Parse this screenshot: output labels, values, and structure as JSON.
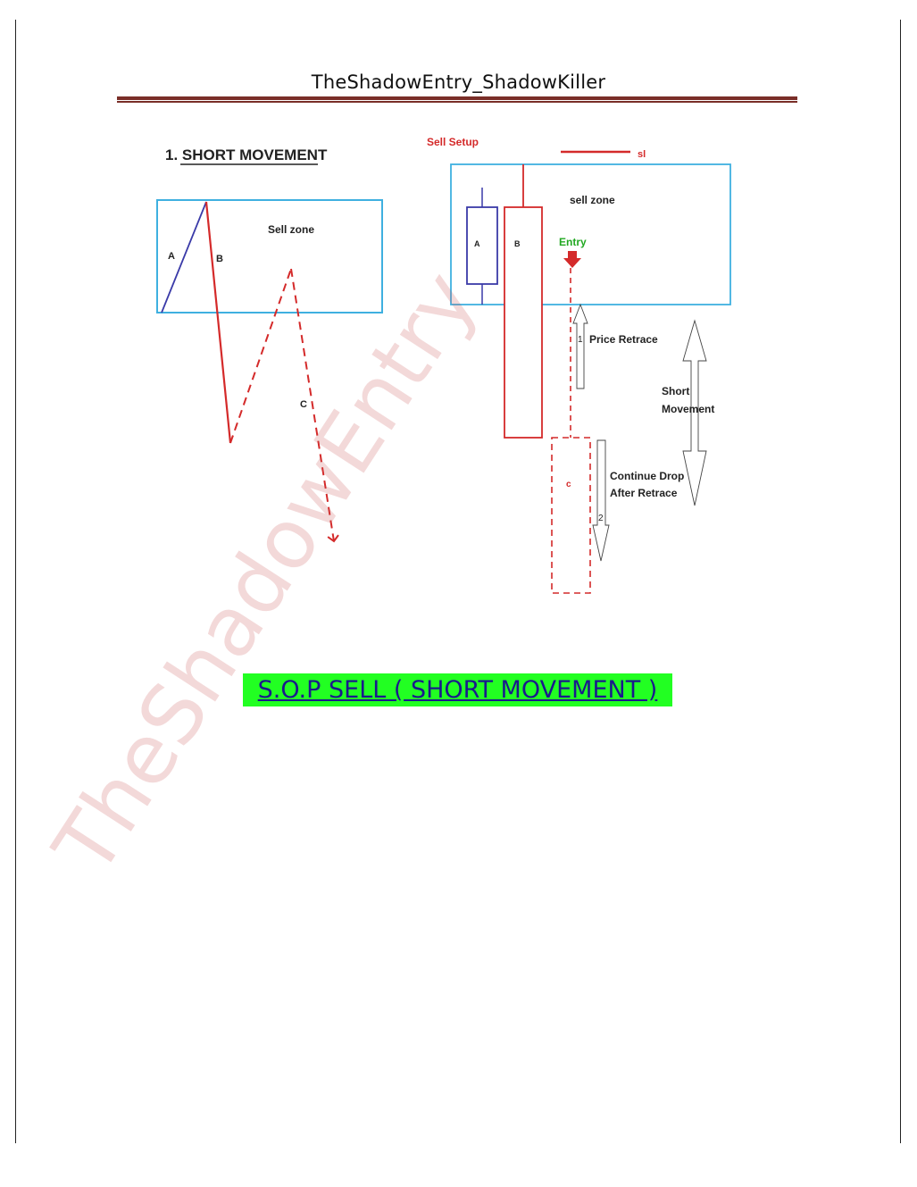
{
  "header": {
    "title": "TheShadowEntry_ShadowKiller"
  },
  "left_diagram": {
    "heading": "1. SHORT MOVEMENT",
    "zone_label": "Sell zone",
    "leg_a": "A",
    "leg_b": "B",
    "leg_c": "C"
  },
  "right_diagram": {
    "setup_label": "Sell Setup",
    "sl_label": "sl",
    "zone_label": "sell zone",
    "candle_a": "A",
    "candle_b": "B",
    "candle_c": "c",
    "entry_label": "Entry",
    "step_1": "1",
    "retrace_label": "Price Retrace",
    "short_label_line1": "Short",
    "short_label_line2": "Movement",
    "step_2": "2",
    "drop_label_line1": "Continue Drop",
    "drop_label_line2": "After Retrace"
  },
  "caption": "S.O.P SELL ( SHORT MOVEMENT )",
  "watermark": "TheShadowEntry",
  "colors": {
    "zone_border": "#3fb0e0",
    "bear": "#d42a2a",
    "bull": "#3a3aa8",
    "entry": "#22a822",
    "caption_bg": "#22ff22",
    "rule": "#7a2e28"
  }
}
